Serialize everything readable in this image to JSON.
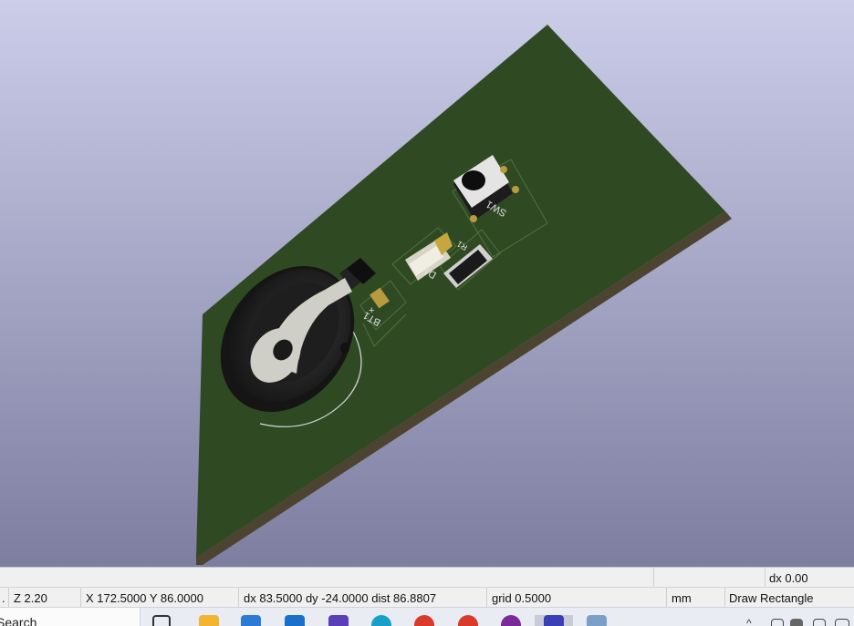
{
  "viewport": {
    "board_color": "#2f4b24",
    "board_edge_color": "#4a4230",
    "background_top": "#c9cbe8",
    "background_bottom": "#7f80a3",
    "silkscreen": {
      "bt1": "BT1",
      "d1": "D1",
      "r1": "R1",
      "sw1": "SW1",
      "plus": "+"
    }
  },
  "status_top": {
    "dx": "dx 0.00"
  },
  "status_bottom": {
    "zoom": "Z 2.20",
    "position": "X 172.5000  Y 86.0000",
    "delta": "dx 83.5000  dy -24.0000  dist 86.8807",
    "grid": "grid 0.5000",
    "units": "mm",
    "tool": "Draw Rectangle"
  },
  "taskbar": {
    "search_label": "Search",
    "icons": [
      "task-view-icon",
      "file-explorer-icon",
      "microsoft-store-icon",
      "mail-icon",
      "app-icon",
      "edge-icon",
      "chrome-icon",
      "chrome-icon-2",
      "app-purple-icon",
      "kicad-icon",
      "pcbnew-icon"
    ]
  }
}
